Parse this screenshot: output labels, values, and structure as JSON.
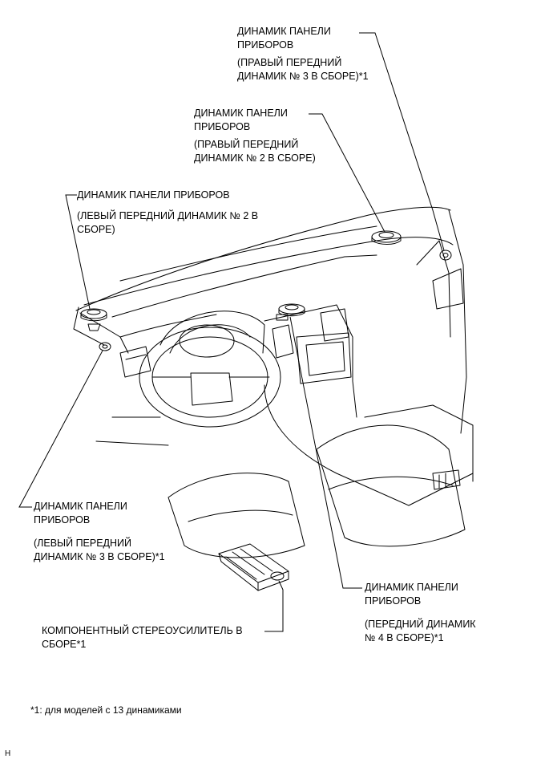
{
  "labels": {
    "rf3": {
      "line1": "ДИНАМИК ПАНЕЛИ",
      "line2": "ПРИБОРОВ",
      "line3": "(ПРАВЫЙ ПЕРЕДНИЙ",
      "line4": "ДИНАМИК № 3 В СБОРЕ)*1"
    },
    "rf2": {
      "line1": "ДИНАМИК ПАНЕЛИ",
      "line2": "ПРИБОРОВ",
      "line3": "(ПРАВЫЙ ПЕРЕДНИЙ",
      "line4": "ДИНАМИК № 2 В СБОРЕ)"
    },
    "lf2": {
      "line1": "ДИНАМИК ПАНЕЛИ ПРИБОРОВ",
      "line2": "(ЛЕВЫЙ ПЕРЕДНИЙ ДИНАМИК № 2 В",
      "line3": "СБОРЕ)"
    },
    "lf3": {
      "line1": "ДИНАМИК ПАНЕЛИ",
      "line2": "ПРИБОРОВ",
      "line3": "(ЛЕВЫЙ ПЕРЕДНИЙ",
      "line4": "ДИНАМИК № 3 В СБОРЕ)*1"
    },
    "f4": {
      "line1": "ДИНАМИК ПАНЕЛИ",
      "line2": "ПРИБОРОВ",
      "line3": "(ПЕРЕДНИЙ ДИНАМИК",
      "line4": "№ 4 В СБОРЕ)*1"
    },
    "amp": {
      "line1": "КОМПОНЕНТНЫЙ СТЕРЕОУСИЛИТЕЛЬ В",
      "line2": "СБОРЕ*1"
    }
  },
  "footnote": "*1: для моделей с 13 динамиками",
  "figure_code": "H"
}
